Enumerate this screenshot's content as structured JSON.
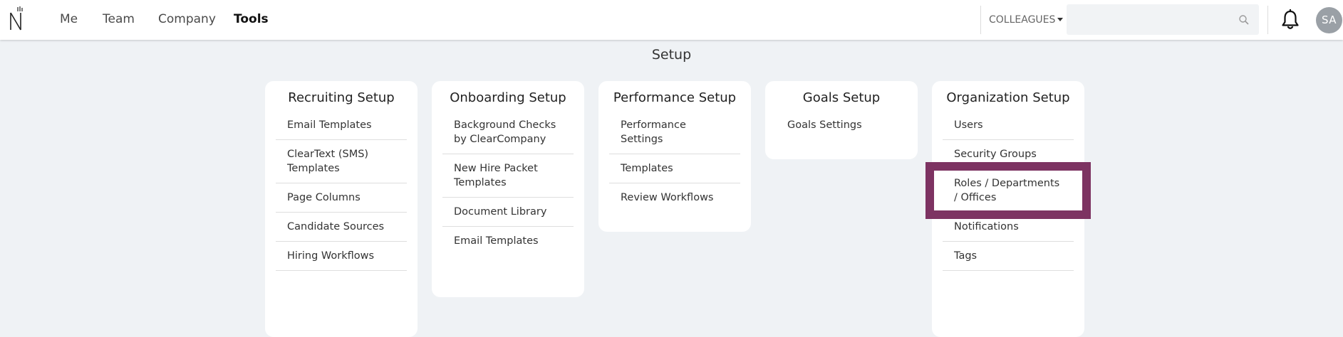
{
  "nav": {
    "items": [
      {
        "label": "Me",
        "active": false
      },
      {
        "label": "Team",
        "active": false
      },
      {
        "label": "Company",
        "active": false
      },
      {
        "label": "Tools",
        "active": true
      }
    ]
  },
  "header": {
    "colleagues_label": "COLLEAGUES",
    "search_value": "",
    "avatar_initials": "SA"
  },
  "page": {
    "title": "Setup"
  },
  "cards": [
    {
      "title": "Recruiting Setup",
      "items": [
        "Email Templates",
        "ClearText (SMS) Templates",
        "Page Columns",
        "Candidate Sources",
        "Hiring Workflows"
      ]
    },
    {
      "title": "Onboarding Setup",
      "items": [
        "Background Checks by ClearCompany",
        "New Hire Packet Templates",
        "Document Library",
        "Email Templates"
      ]
    },
    {
      "title": "Performance Setup",
      "items": [
        "Performance Settings",
        "Templates",
        "Review Workflows"
      ]
    },
    {
      "title": "Goals Setup",
      "items": [
        "Goals Settings"
      ]
    },
    {
      "title": "Organization Setup",
      "items": [
        "Users",
        "Security Groups",
        "Roles / Departments / Offices",
        "Notifications",
        "Tags"
      ]
    }
  ],
  "highlight": {
    "card": 4,
    "item": 2,
    "color": "#7d3362"
  },
  "colors": {
    "background": "#eff2f5",
    "card": "#ffffff",
    "avatar": "#9aa0a6"
  }
}
